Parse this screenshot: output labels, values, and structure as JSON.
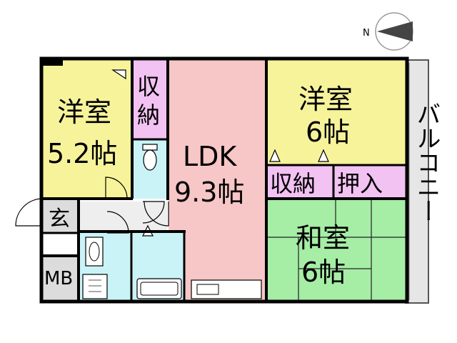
{
  "compass": {
    "north_label": "N"
  },
  "rooms": {
    "western_left": {
      "name": "洋室",
      "size": "5.2帖"
    },
    "western_right": {
      "name": "洋室",
      "size": "6帖"
    },
    "ldk": {
      "name": "LDK",
      "size": "9.3帖"
    },
    "japanese": {
      "name": "和室",
      "size": "6帖"
    },
    "storage_left": {
      "line1": "収",
      "line2": "納"
    },
    "storage_mid": {
      "label": "収納"
    },
    "closet": {
      "label": "押入"
    },
    "entrance": {
      "label": "玄"
    },
    "meter_box": {
      "label": "MB"
    },
    "balcony": {
      "label": "バルコニー"
    }
  },
  "colors": {
    "western": "#f7f39b",
    "ldk": "#f7c6c6",
    "japanese": "#a6eda6",
    "storage": "#f2c2f2",
    "wet_area": "#c9f3f7",
    "entrance": "#dcdcdc",
    "balcony": "#e6e6e6",
    "wall": "#000000"
  }
}
